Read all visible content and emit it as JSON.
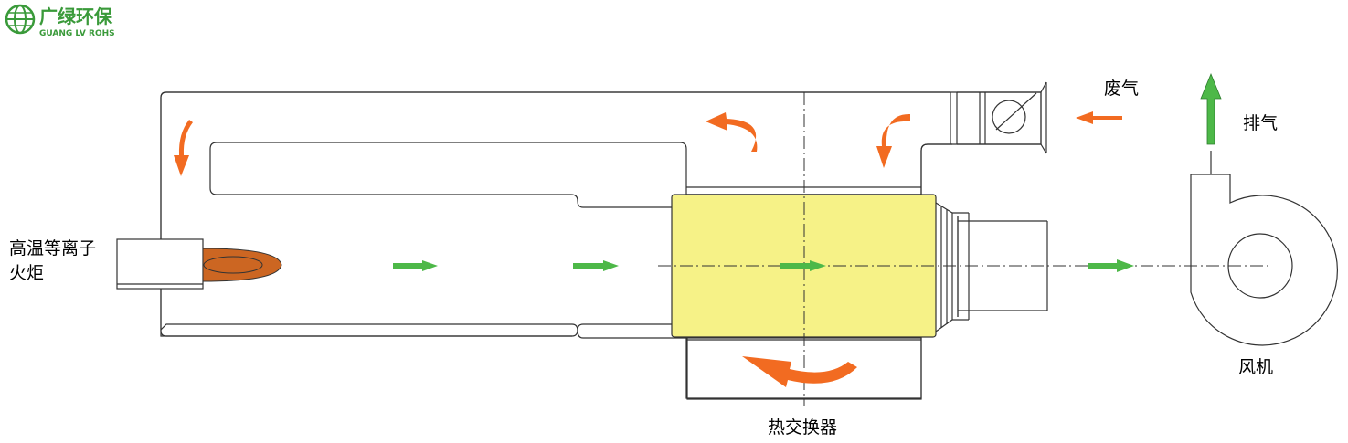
{
  "logo": {
    "title": "广绿环保",
    "subtitle": "GUANG LV ROHS",
    "color": "#3a9a3a",
    "icon": "globe-icon"
  },
  "labels": {
    "torch_line1": "高温等离子",
    "torch_line2": "火炬",
    "waste_gas": "废气",
    "exhaust": "排气",
    "fan": "风机",
    "heat_exchanger": "热交换器"
  },
  "colors": {
    "green_arrow": "#4db848",
    "orange_arrow": "#f26b21",
    "flame": "#cc6622",
    "flame_inner": "#f6f487",
    "heat_exchanger_fill": "#f6f287",
    "outline": "#333333"
  },
  "icons": {
    "damper": "damper-valve-icon",
    "fan": "centrifugal-fan-icon"
  }
}
